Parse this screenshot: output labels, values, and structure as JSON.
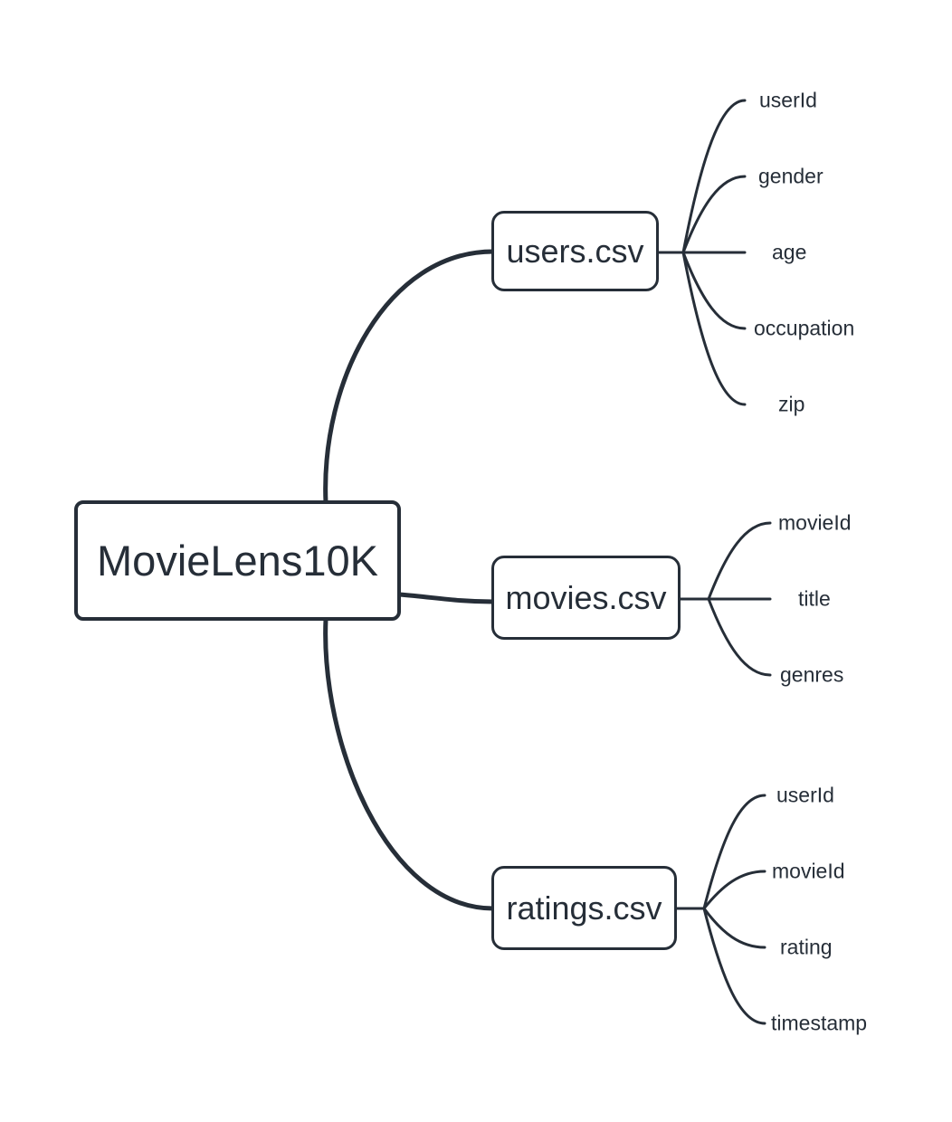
{
  "canvas": {
    "background": "#ffffff",
    "ink": "#262e38"
  },
  "mindmap": {
    "root": {
      "label": "MovieLens10K"
    },
    "branches": [
      {
        "label": "users.csv",
        "children": [
          "userId",
          "gender",
          "age",
          "occupation",
          "zip"
        ]
      },
      {
        "label": "movies.csv",
        "children": [
          "movieId",
          "title",
          "genres"
        ]
      },
      {
        "label": "ratings.csv",
        "children": [
          "userId",
          "movieId",
          "rating",
          "timestamp"
        ]
      }
    ]
  }
}
